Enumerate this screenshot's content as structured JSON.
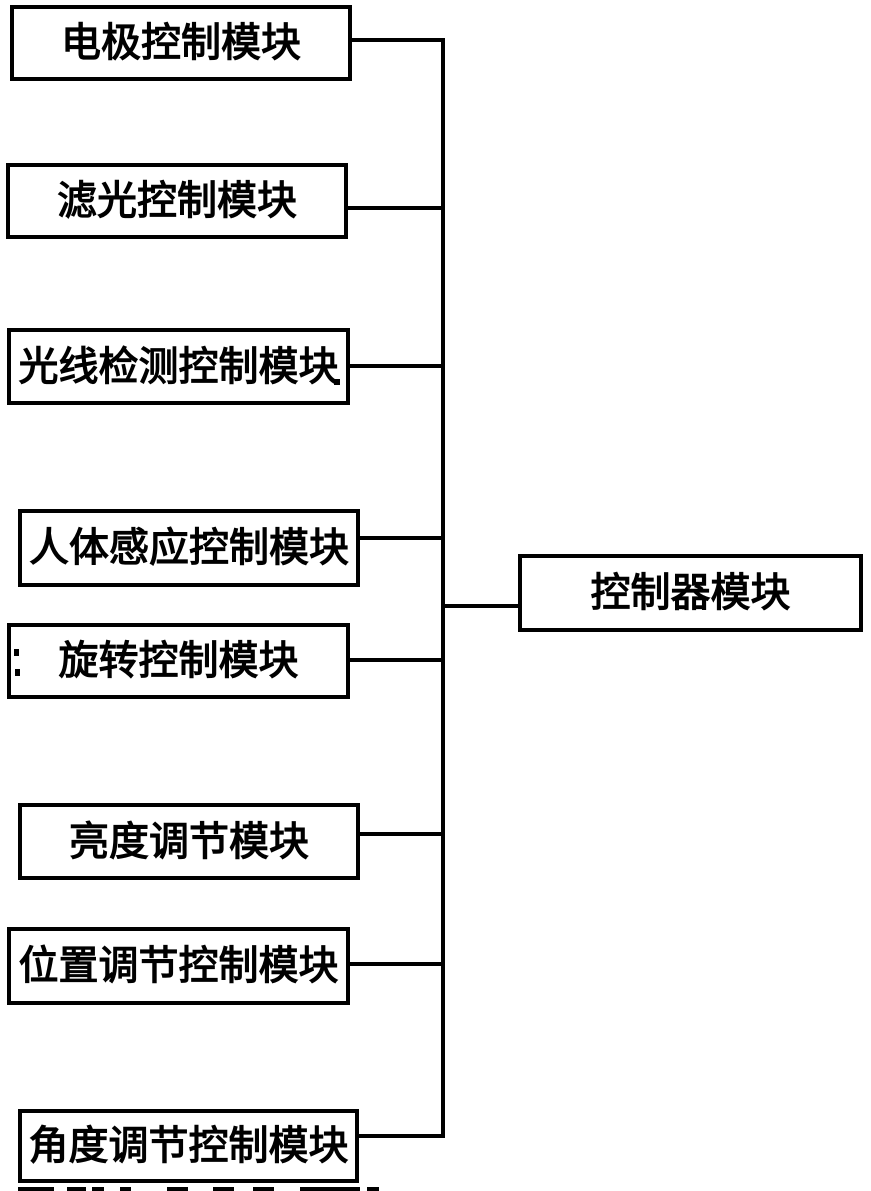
{
  "diagram": {
    "type": "block-diagram",
    "modules": [
      {
        "label": "电极控制模块"
      },
      {
        "label": "滤光控制模块"
      },
      {
        "label": "光线检测控制模块"
      },
      {
        "label": "人体感应控制模块"
      },
      {
        "label": "旋转控制模块"
      },
      {
        "label": "亮度调节模块"
      },
      {
        "label": "位置调节控制模块"
      },
      {
        "label": "角度调节控制模块"
      }
    ],
    "controller": {
      "label": "控制器模块"
    },
    "colors": {
      "line": "#000000",
      "background": "#ffffff",
      "text": "#000000"
    }
  }
}
